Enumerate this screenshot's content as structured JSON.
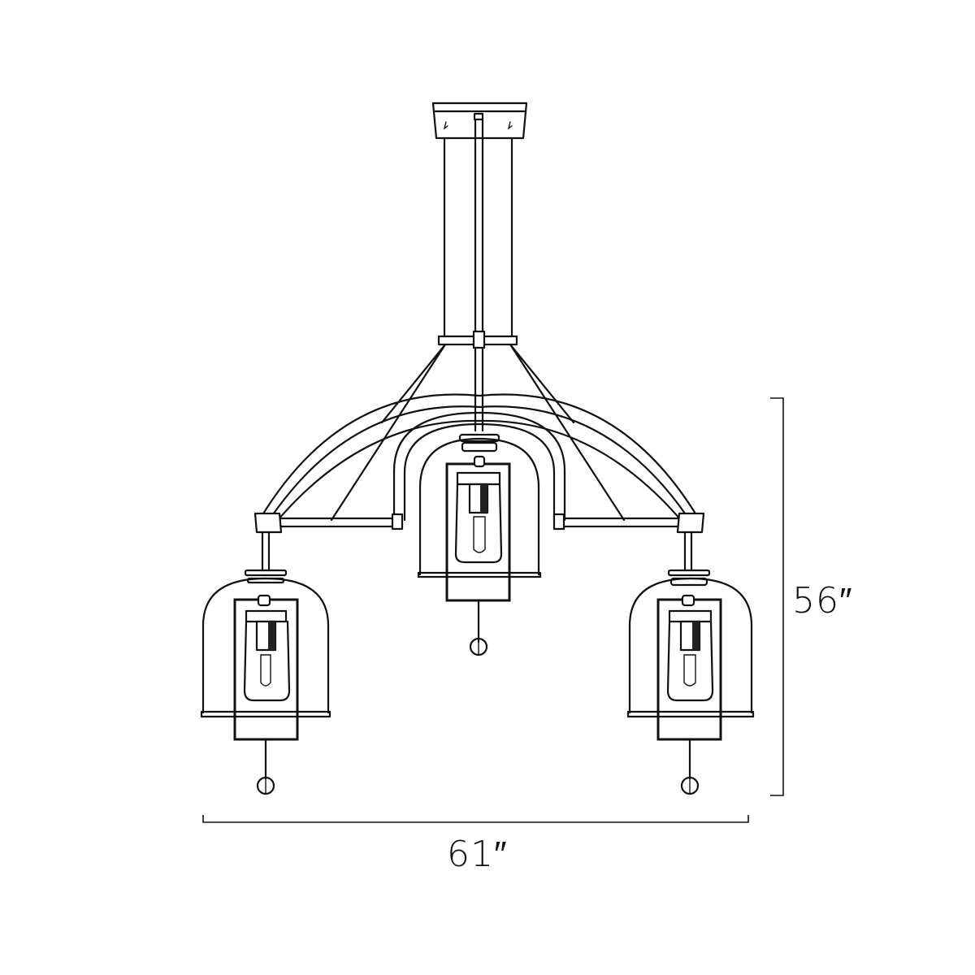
{
  "figure": {
    "subject": "3-light pendant chandelier line drawing",
    "line_color": "#111111",
    "background": "#ffffff"
  },
  "dimensions": {
    "height": {
      "label": "56″",
      "value": 56,
      "unit": "in"
    },
    "width": {
      "label": "61″",
      "value": 61,
      "unit": "in"
    }
  },
  "components": {
    "canopy": "ceiling-canopy",
    "downrod": "center-rod",
    "lights": [
      "left-pendant",
      "center-pendant",
      "right-pendant"
    ]
  }
}
